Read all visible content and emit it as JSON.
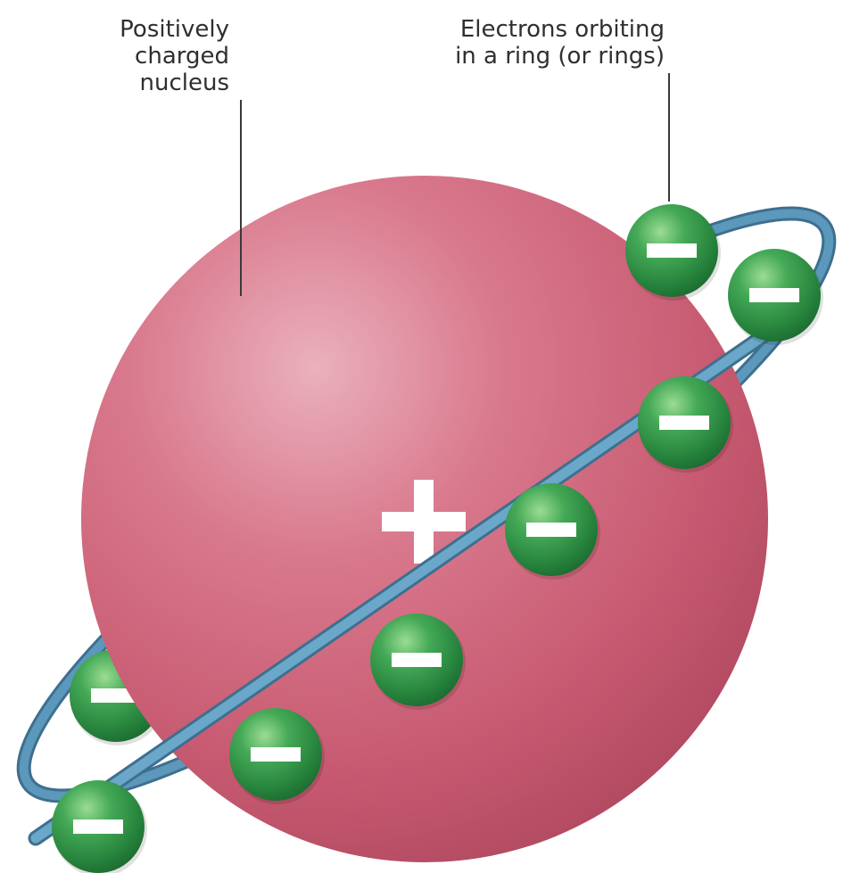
{
  "labels": {
    "nucleus": [
      "Positively",
      "charged",
      "nucleus"
    ],
    "electrons": [
      "Electrons orbiting",
      "in a ring (or rings)"
    ]
  },
  "symbols": {
    "nucleus_charge": "+",
    "electron_charge": "−"
  },
  "colors": {
    "nucleus": "#c9586f",
    "nucleus_highlight": "#e8a6b4",
    "ring": "#5c98bb",
    "ring_dark": "#3e6f8f",
    "electron": "#2f9044",
    "electron_highlight": "#8fd58a",
    "leader_line": "#3a3a3a",
    "label_text": "#2f2f2f"
  }
}
